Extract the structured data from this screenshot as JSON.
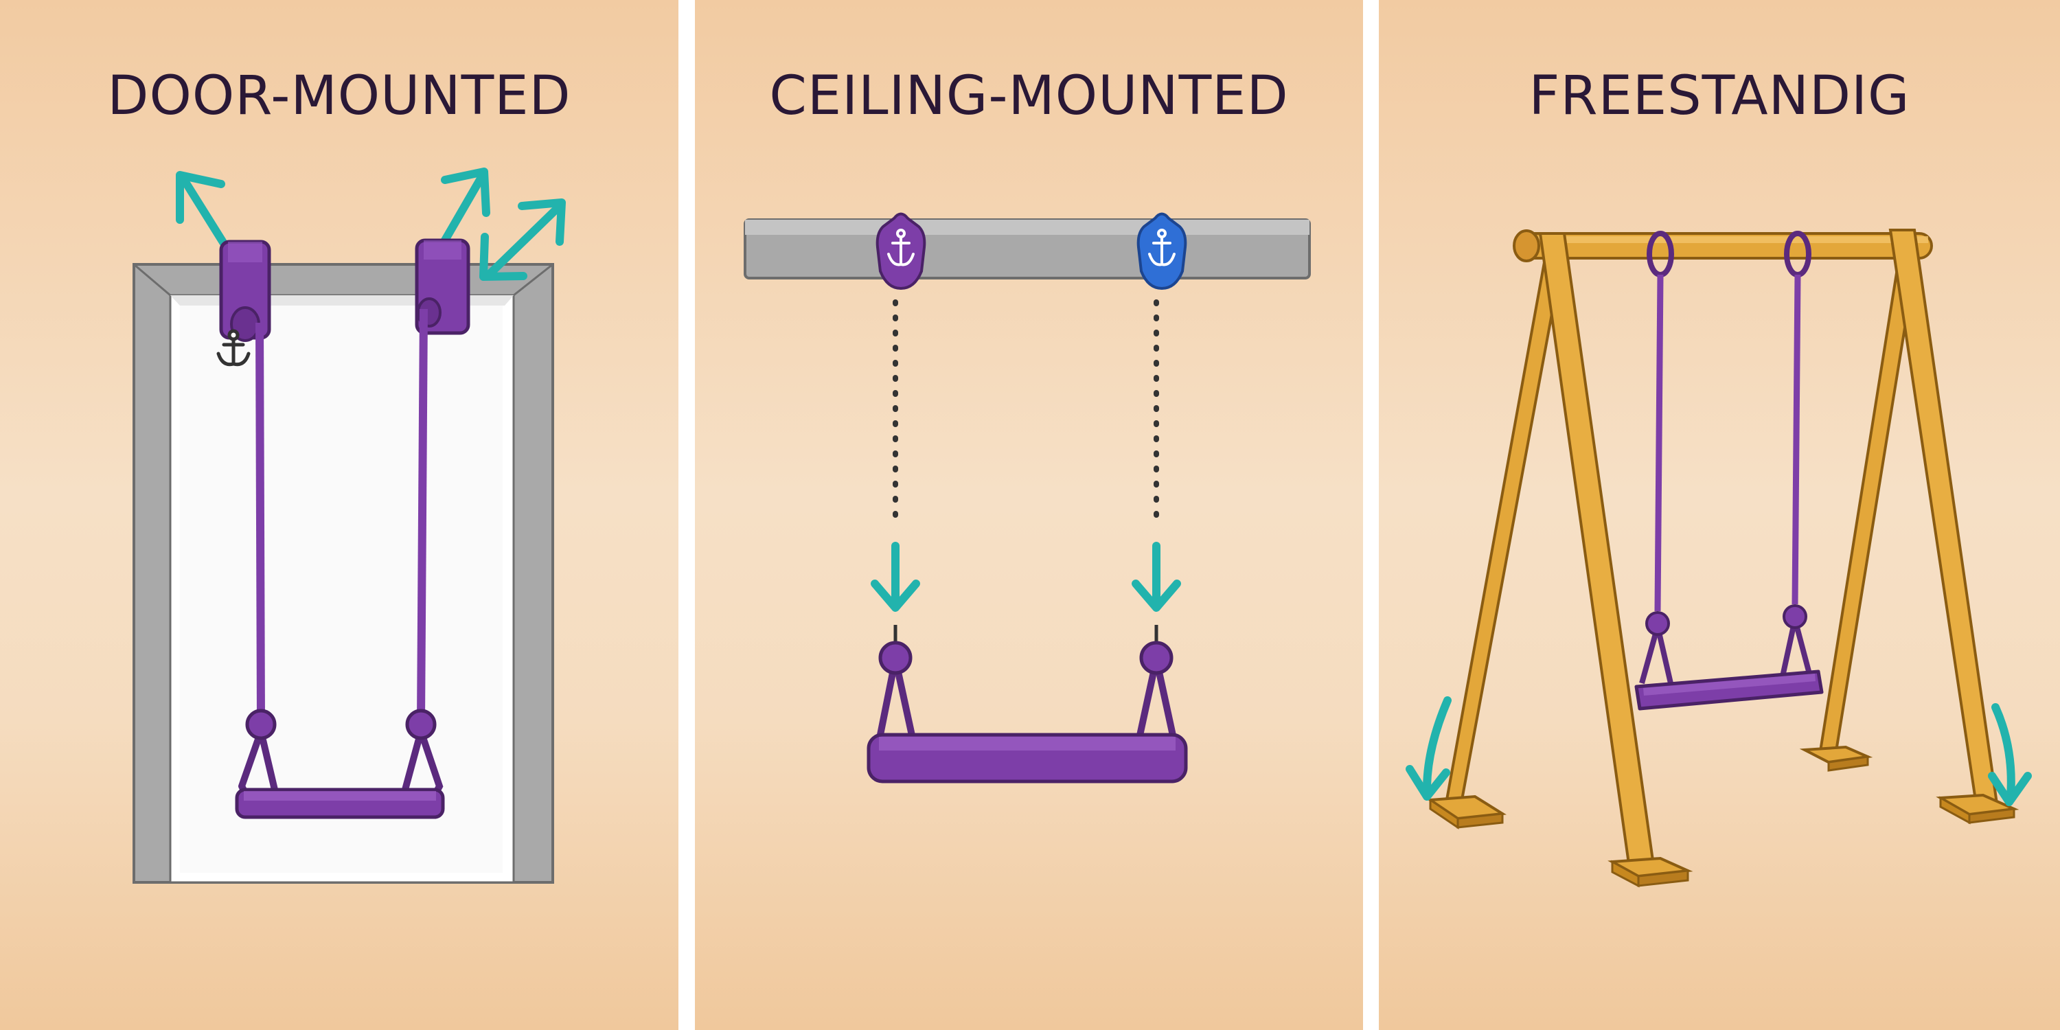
{
  "panels": [
    {
      "title": "DOOR-MOUNTED"
    },
    {
      "title": "CEILING-MOUNTED"
    },
    {
      "title": "FREESTANDIG"
    }
  ],
  "colors": {
    "strap_purple": "#7d3ea8",
    "strap_purple_dark": "#5b2a7e",
    "blue_anchor": "#2f6fd6",
    "arrow_teal": "#22b3ad",
    "frame_gray": "#a9a9a9",
    "wood": "#e3a73a",
    "wood_dark": "#b87c1e"
  },
  "icons": [
    "anchor-icon",
    "direction-arrow-icon"
  ]
}
